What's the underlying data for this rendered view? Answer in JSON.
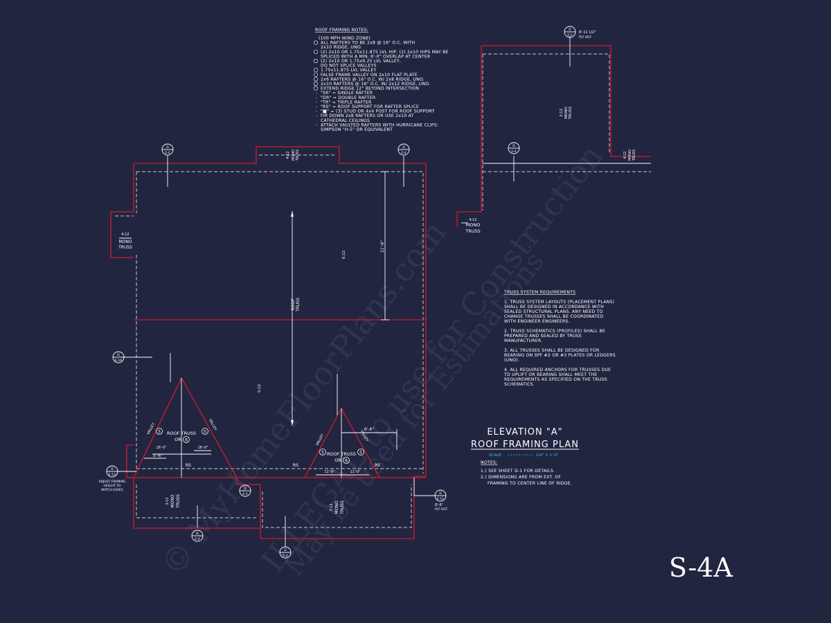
{
  "sheet_number": "S-4A",
  "roof_notes": {
    "title": "ROOF FRAMING NOTES:",
    "lines": [
      "(100 MPH WIND ZONE)",
      "ALL RAFTERS TO BE 2x8 @ 16\" O.C. WITH",
      "2x10 RIDGE, UNO.",
      "(2) 2x10 OR 1.75x11.875 LVL HIP, (2) 2x10 HIPS MAY BE",
      "SPLICED WITH A MIN. 6'-0\" OVERLAP AT CENTER",
      "(2) 2x10 OR 1.75x9.25 LVL VALLEY,",
      "DO NOT SPLICE VALLEYS",
      "1.75x11.875 LVL VALLEY",
      "FALSE FRAME VALLEY ON 2x10 FLAT PLATE",
      "2x6 RAFTERS @ 16\" O.C. W/ 2x8 RIDGE, UNO.",
      "2x10 RAFTERS @ 16\" O.C. W/ 2x12 RIDGE, UNO.",
      "EXTEND RIDGE 12\" BEYOND INTERSECTION",
      "\"SR\" = SINGLE RAFTER",
      "\"DR\" = DOUBLE RAFTER",
      "\"TR\" = TRIPLE RAFTER",
      "\"RS\" = ROOF SUPPORT FOR RAFTER SPLICE",
      "\"■\" = (3) STUD OR 4x4 POST FOR ROOF SUPPORT",
      "FIR DOWN 2x8 RAFTERS OR USE 2x10 AT",
      "CATHEDRAL CEILINGS",
      "ATTACH VAULTED RAFTERS WITH HURRICANE CLIPS:",
      "SIMPSON \"H-5\" OR EQUIVALENT"
    ]
  },
  "truss_requirements": {
    "title": "TRUSS SYSTEM REQUIREMENTS",
    "lines": [
      "1. TRUSS SYSTEM LAYOUTS (PLACEMENT PLANS)",
      "SHALL BE DESIGNED IN ACCORDANCE WITH",
      "SEALED STRUCTURAL PLANS. ANY NEED TO",
      "CHANGE TRUSSES SHALL BE COORDINATED",
      "WITH ENGINEER ENGINEERS.",
      "",
      "2. TRUSS SCHEMATICS (PROFILES) SHALL BE",
      "PREPARED AND SEALED BY TRUSS",
      "MANUFACTURER.",
      "",
      "3. ALL TRUSSES SHALL BE DESIGNED FOR",
      "BEARING ON SPF #2 OR #3 PLATES OR LEDGERS",
      "(UNO).",
      "",
      "4. ALL REQUIRED ANCHORS FOR TRUSSES DUE",
      "TO UPLIFT OR BEARING SHALL MEET THE",
      "REQUIREMENTS AS SPECIFIED ON THE TRUSS",
      "SCHEMATICS."
    ]
  },
  "plan_title": {
    "line1": "ELEVATION \"A\"",
    "line2": "ROOF FRAMING PLAN",
    "scale_label": "SCALE:",
    "scale_value": "1/4\" = 1'-0\""
  },
  "plan_notes": {
    "title": "NOTES:",
    "lines": [
      "1.) SEE SHEET D-1 FOR DETAILS.",
      "2.) DIMENSIONS ARE FROM EXT. OF",
      "FRAMING TO CENTER LINE OF RIDGE."
    ]
  },
  "labels": {
    "roof_truss": [
      "ROOF",
      "TRUSS"
    ],
    "mono_truss": [
      "MONO",
      "TRUSS"
    ],
    "pitch_4_12": "4:12",
    "pitch_3_12": "3:12",
    "pitch_6_12": "6:12",
    "pitch_5_12": "5:12",
    "valley": "VALLEY",
    "roof_truss_inline": "ROOF TRUSS",
    "or_label": "OR",
    "rs": "RS",
    "dim_11_6": "11'-6\"",
    "dim_5_6": "5'-6\"",
    "dim_6_6": "6'-6\"",
    "dim_16_0": "16'-0\"",
    "dim_11_0": "11'-0\"",
    "plt_hgt_1": "8'-11 1/2\"",
    "plt_hgt_2": "8'-8\"",
    "plt_hgt": "PLT HGT",
    "adjust_note": [
      "ADJUST FRAMING",
      "HEIGHT TO",
      "MATCH EAVES"
    ],
    "callout_d": "D",
    "callout_e3": "E-3",
    "callout_e4": "E-4",
    "callout_e16": "E-16",
    "callout_e11": "E-11",
    "callout_e14": "E-14",
    "circled_5": "5",
    "circled_6": "6"
  },
  "watermark": {
    "line1": "© MyHomeFloorPlans.com",
    "line2": "ILLEGAL to use for Construction",
    "line3": "May be used for Estimations"
  }
}
